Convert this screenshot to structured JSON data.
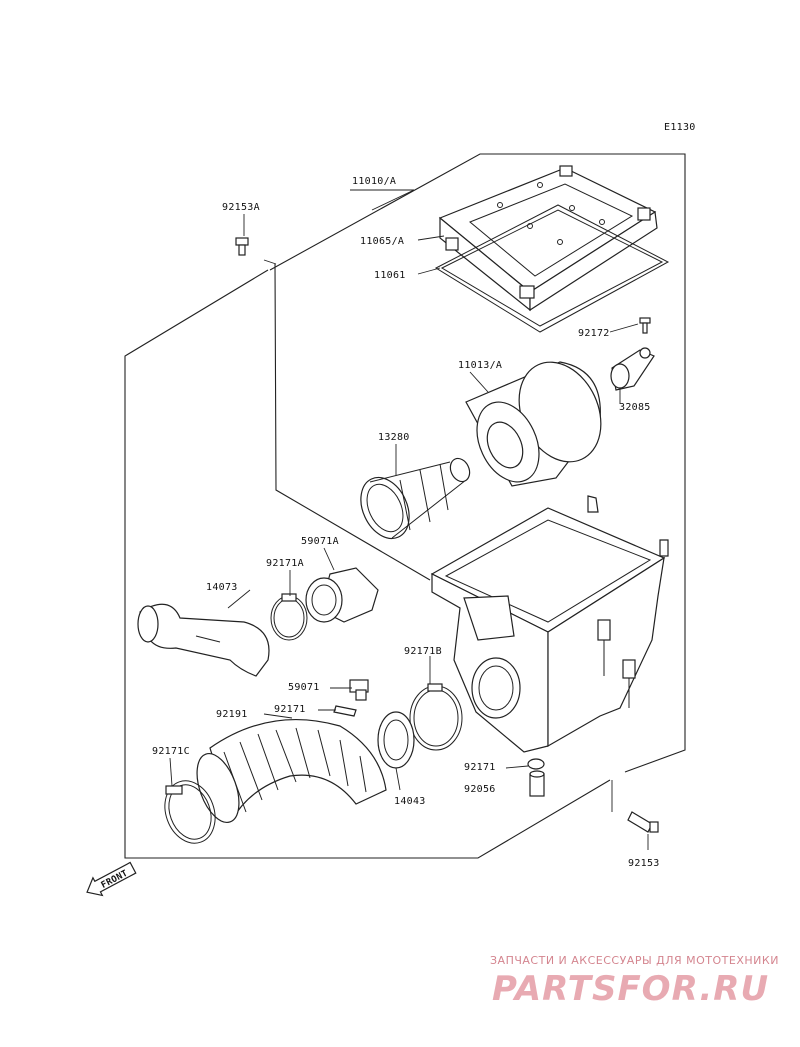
{
  "diagram_code": "E1130",
  "labels": {
    "p11010": "11010/A",
    "p92153a": "92153A",
    "p11065": "11065/A",
    "p11061": "11061",
    "p92172": "92172",
    "p11013": "11013/A",
    "p32085": "32085",
    "p13280": "13280",
    "p59071a": "59071A",
    "p92171a": "92171A",
    "p14073": "14073",
    "p92171b": "92171B",
    "p59071": "59071",
    "p92191": "92191",
    "p92171": "92171",
    "p92171c": "92171C",
    "p14043": "14043",
    "p92171_2": "92171",
    "p92056": "92056",
    "p92153": "92153"
  },
  "front_label": "FRONT",
  "watermark": {
    "subtitle": "ЗАПЧАСТИ И АКСЕССУАРЫ ДЛЯ МОТОТЕХНИКИ",
    "logo": "PARTSFOR.RU"
  }
}
